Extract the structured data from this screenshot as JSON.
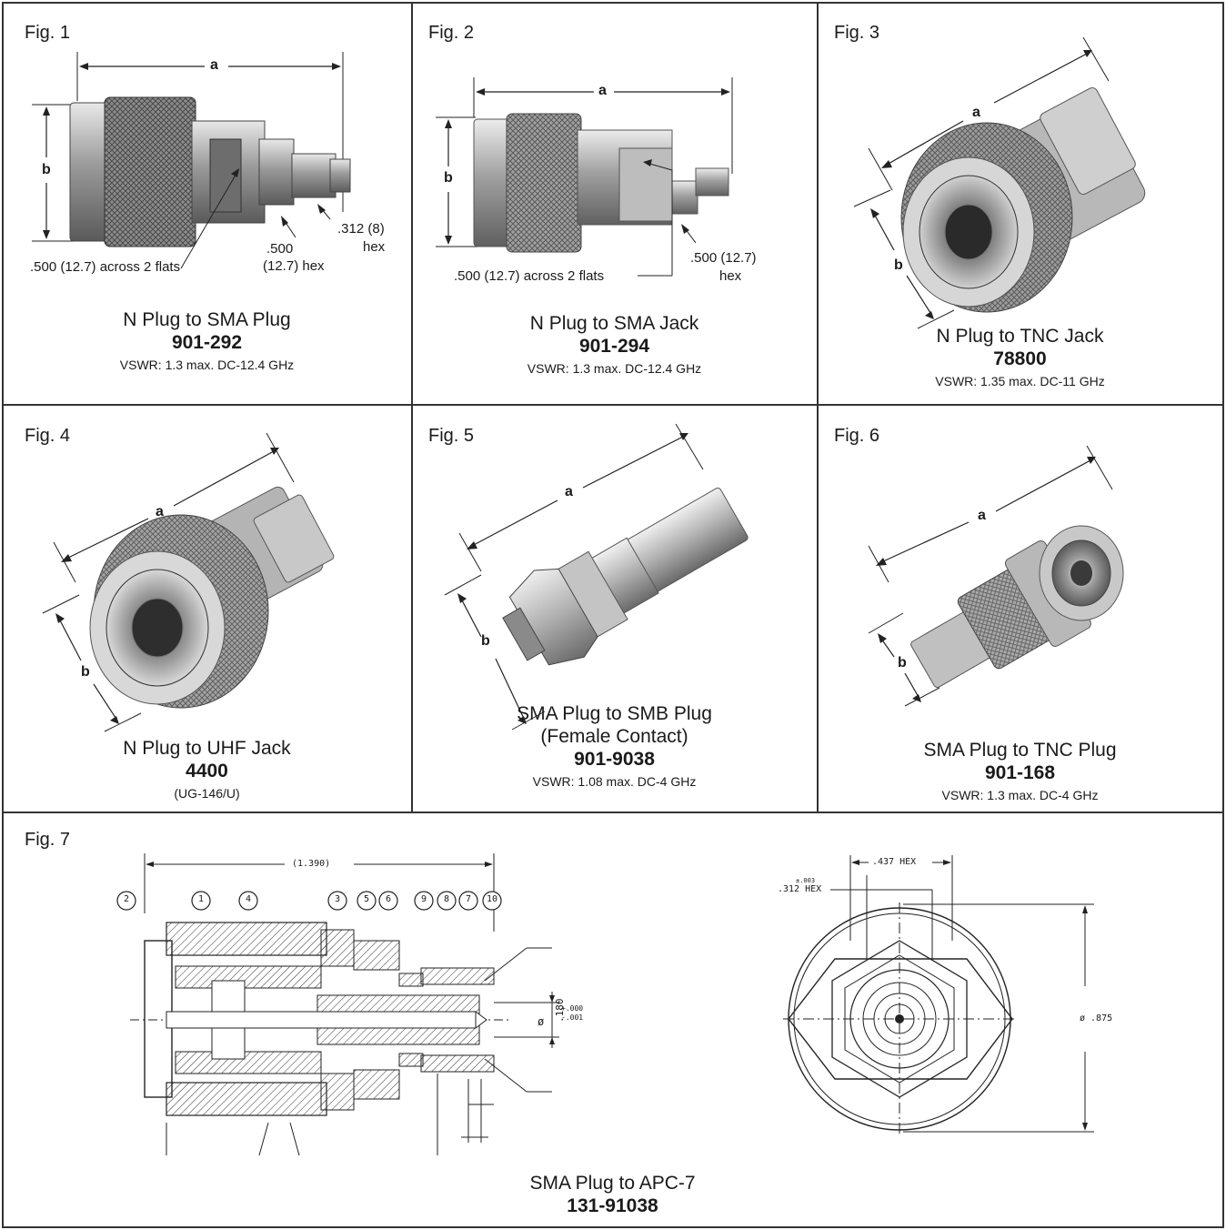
{
  "figures": [
    {
      "label": "Fig. 1",
      "title": "N Plug to SMA Plug",
      "part_number": "901-292",
      "note": "VSWR: 1.3 max. DC-12.4 GHz",
      "dim_a": "a",
      "dim_b": "b",
      "dims": [
        ".500 (12.7) across 2 flats",
        ".500",
        "(12.7) hex",
        ".312 (8)",
        "hex"
      ]
    },
    {
      "label": "Fig. 2",
      "title": "N Plug to SMA Jack",
      "part_number": "901-294",
      "note": "VSWR: 1.3 max. DC-12.4 GHz",
      "dim_a": "a",
      "dim_b": "b",
      "dims": [
        ".500 (12.7) across 2 flats",
        ".500 (12.7)",
        "hex"
      ]
    },
    {
      "label": "Fig. 3",
      "title": "N Plug to TNC Jack",
      "part_number": "78800",
      "note": "VSWR: 1.35 max. DC-11 GHz",
      "dim_a": "a",
      "dim_b": "b"
    },
    {
      "label": "Fig. 4",
      "title": "N Plug to UHF Jack",
      "part_number": "4400",
      "note": "(UG-146/U)",
      "dim_a": "a",
      "dim_b": "b"
    },
    {
      "label": "Fig. 5",
      "title": "SMA Plug to SMB Plug",
      "subtitle": "(Female Contact)",
      "part_number": "901-9038",
      "note": "VSWR: 1.08 max. DC-4 GHz",
      "dim_a": "a",
      "dim_b": "b"
    },
    {
      "label": "Fig. 6",
      "title": "SMA Plug to TNC Plug",
      "part_number": "901-168",
      "note": "VSWR: 1.3 max. DC-4 GHz",
      "dim_a": "a",
      "dim_b": "b"
    },
    {
      "label": "Fig. 7",
      "title": "SMA Plug to APC-7",
      "part_number": "131-91038",
      "drawing_overall_length": "(1.390)",
      "callouts": [
        "2",
        "1",
        "4",
        "3",
        "5",
        "6",
        "9",
        "8",
        "7",
        "10"
      ],
      "diameter_label": "ø",
      "pin_dim": ".180",
      "pin_tol_plus": "+.000",
      "pin_tol_minus": "-.001",
      "hex_large": ".437 HEX",
      "hex_small": ".312 HEX",
      "hex_small_tol": "±.003",
      "outer_diameter": "ø .875"
    }
  ],
  "colors": {
    "border": "#333333",
    "metal_dark": "#6e6e6e",
    "metal_mid": "#a8a8a8",
    "metal_light": "#dedede",
    "ink": "#1a1a1a"
  }
}
